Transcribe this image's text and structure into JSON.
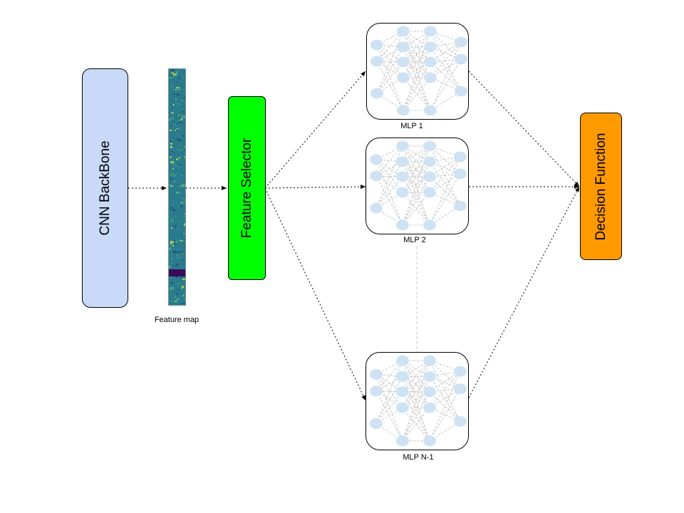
{
  "backbone": {
    "label": "CNN BackBone",
    "color": "#c9daf8"
  },
  "feature_map": {
    "caption": "Feature map",
    "base_color": "#2a7b8e",
    "band_color": "#3b0a5a",
    "highlight_color": "#b9d84a"
  },
  "selector": {
    "label": "Feature Selector",
    "color": "#00ff00"
  },
  "mlps": [
    {
      "caption": "MLP 1"
    },
    {
      "caption": "MLP 2"
    },
    {
      "caption": "MLP N-1"
    }
  ],
  "decision": {
    "label": "Decision Function",
    "color": "#ff9900"
  },
  "colors": {
    "node": "#cfe2f3",
    "edge": "#b7b7b7",
    "arrow": "#000000"
  }
}
